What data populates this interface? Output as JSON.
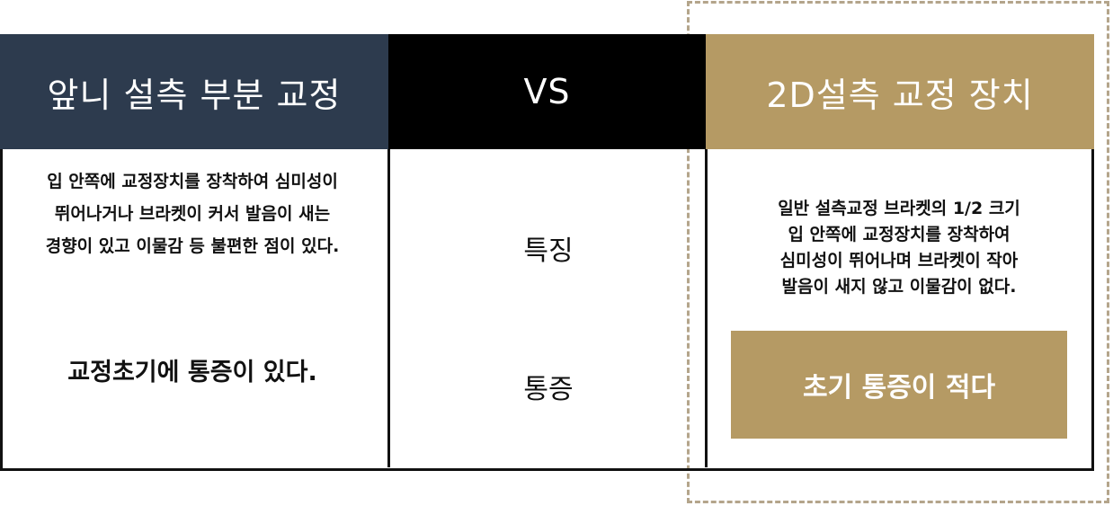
{
  "headers": {
    "left": "앞니 설측 부분 교정",
    "middle": "VS",
    "right": "2D설측 교정 장치"
  },
  "left_column": {
    "description_lines": [
      "입 안쪽에 교정장치를 장착하여 심미성이",
      "뛰어나거나 브라켓이 커서 발음이 새는",
      "경향이 있고 이물감 등 불편한 점이 있다."
    ],
    "pain_text": "교정초기에 통증이 있다."
  },
  "middle_column": {
    "feature_label": "특징",
    "pain_label": "통증"
  },
  "right_column": {
    "description_lines": [
      "일반 설측교정 브라켓의 1/2 크기",
      "입 안쪽에 교정장치를 장착하여",
      "심미성이 뛰어나며 브라켓이 작아",
      "발음이 새지 않고 이물감이 없다."
    ],
    "pain_text": "초기 통증이 적다"
  },
  "colors": {
    "left_header": "#2d3b4e",
    "middle_header": "#000000",
    "right_header": "#b59a64",
    "dashed_frame": "#b4a58b",
    "badge": "#b59a64"
  }
}
